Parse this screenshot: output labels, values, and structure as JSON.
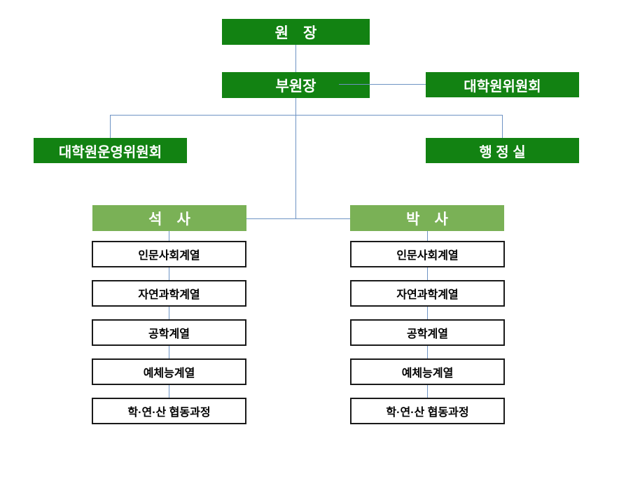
{
  "colors": {
    "dark_green": "#128212",
    "light_green": "#7ab156",
    "line_blue": "#6e93c4",
    "dept_border": "#1a1a1a",
    "header_text": "#ffffff",
    "dept_text": "#000000"
  },
  "org": {
    "director": {
      "label": "원　장"
    },
    "vice_director": {
      "label": "부원장"
    },
    "graduate_committee": {
      "label": "대학원위원회"
    },
    "graduate_operating_committee": {
      "label": "대학원운영위원회"
    },
    "admin_office": {
      "label": "행 정 실"
    },
    "masters": {
      "label": "석　사",
      "departments": [
        "인문사회계열",
        "자연과학계열",
        "공학계열",
        "예체능계열",
        "학·연·산 협동과정"
      ]
    },
    "doctoral": {
      "label": "박　사",
      "departments": [
        "인문사회계열",
        "자연과학계열",
        "공학계열",
        "예체능계열",
        "학·연·산 협동과정"
      ]
    }
  }
}
